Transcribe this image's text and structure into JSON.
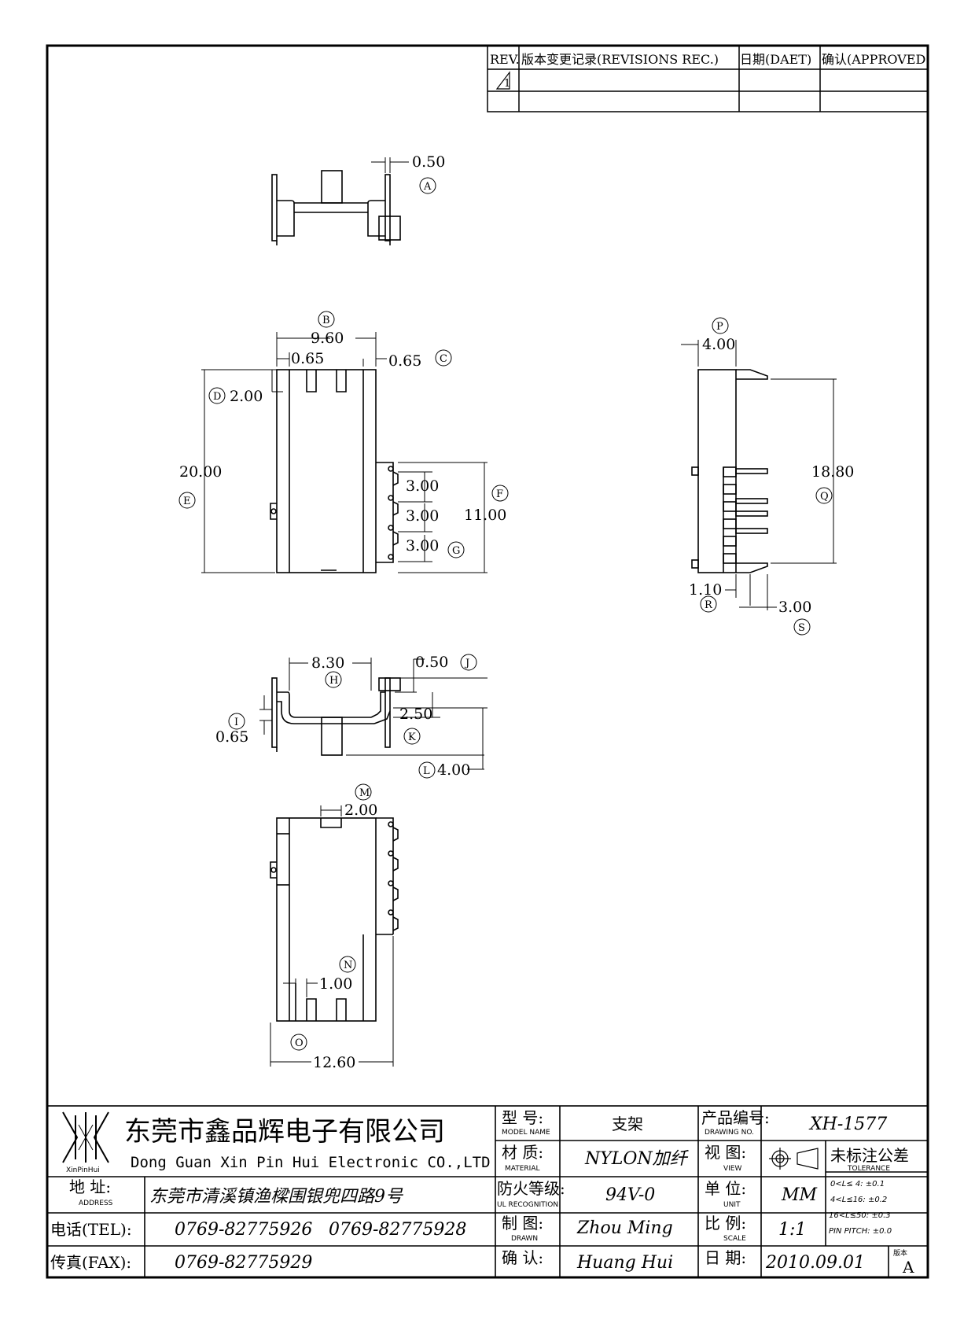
{
  "revision_table": {
    "headers": [
      "REV.",
      "版本变更记录(REVISIONS REC.)",
      "日期(DAET)",
      "确认(APPROVED"
    ],
    "rev_mark": "1"
  },
  "dimensions": {
    "a_050": "0.50",
    "b_960": "9.60",
    "c_065": "0.65",
    "c_065b": "0.65",
    "d_200": "2.00",
    "e_2000": "20.00",
    "f_1100": "11.00",
    "g_300a": "3.00",
    "g_300b": "3.00",
    "g_300c": "3.00",
    "h_830": "8.30",
    "i_065": "0.65",
    "j_050": "0.50",
    "k_250": "2.50",
    "l_400": "4.00",
    "m_200": "2.00",
    "n_100": "1.00",
    "o_1260": "12.60",
    "p_400": "4.00",
    "q_1880": "18.80",
    "r_110": "1.10",
    "s_300": "3.00"
  },
  "labels": {
    "A": "A",
    "B": "B",
    "C": "C",
    "D": "D",
    "E": "E",
    "F": "F",
    "G": "G",
    "H": "H",
    "I": "I",
    "J": "J",
    "K": "K",
    "L": "L",
    "M": "M",
    "N": "N",
    "O": "O",
    "P": "P",
    "Q": "Q",
    "R": "R",
    "S": "S"
  },
  "title_block": {
    "logo_text": "XinPinHui",
    "company_cn": "东莞市鑫品辉电子有限公司",
    "company_en": "Dong Guan Xin Pin Hui Electronic CO.,LTD",
    "address_label_cn": "地  址:",
    "address_label_en": "ADDRESS",
    "address_value": "东莞市清溪镇渔樑围银兜四路9号",
    "tel_label": "电话(TEL):",
    "tel_1": "0769-82775926",
    "tel_2": "0769-82775928",
    "fax_label": "传真(FAX):",
    "fax_1": "0769-82775929",
    "model_label_cn": "型  号:",
    "model_label_en": "MODEL NAME",
    "model_value": "支架",
    "material_label_cn": "材  质:",
    "material_label_en": "MATERIAL",
    "material_value": "NYLON加纤",
    "ul_label_cn": "防火等级:",
    "ul_label_en": "UL RECOGNITION",
    "ul_value": "94V-0",
    "drawn_label_cn": "制  图:",
    "drawn_label_en": "DRAWN",
    "drawn_value": "Zhou Ming",
    "check_label_cn": "确  认:",
    "check_value": "Huang Hui",
    "drawing_no_label_cn": "产品编号:",
    "drawing_no_label_en": "DRAWING NO.",
    "drawing_no_value": "XH-1577",
    "view_label_cn": "视  图:",
    "view_label_en": "VIEW",
    "unit_label_cn": "单  位:",
    "unit_label_en": "UNIT",
    "unit_value": "MM",
    "scale_label_cn": "比  例:",
    "scale_label_en": "SCALE",
    "scale_value": "1:1",
    "date_label_cn": "日  期:",
    "date_value": "2010.09.01",
    "tolerance_label_cn": "未标注公差",
    "tolerance_label_en": "TOLERANCE",
    "tol_row_1": "0<L≤ 4:  ±0.1",
    "tol_row_2": "4<L≤16:  ±0.2",
    "tol_row_3": "16<L≤50:  ±0.3",
    "tol_row_4": "PIN PITCH:  ±0.0",
    "version_label": "版本",
    "version_value": "A"
  }
}
